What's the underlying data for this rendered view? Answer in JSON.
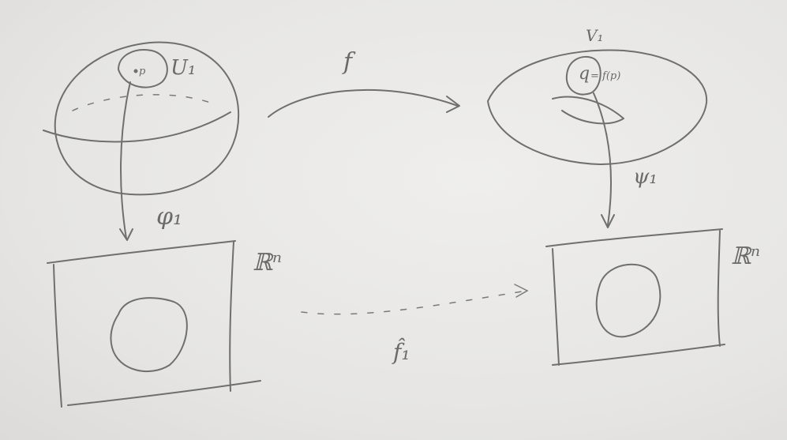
{
  "labels": {
    "map_f": "f",
    "domain_nbhd": "U₁",
    "codomain_nbhd": "V₁",
    "point_p": "p",
    "point_q": "q",
    "point_f_of_p": "= f(p)",
    "chart_left": "φ₁",
    "chart_right": "ψ₁",
    "space_left": "ℝⁿ",
    "space_right": "ℝⁿ",
    "local_map": "f̂₁"
  },
  "colors": {
    "paper": "#e9e8e6",
    "pencil": "#6f6f70"
  }
}
